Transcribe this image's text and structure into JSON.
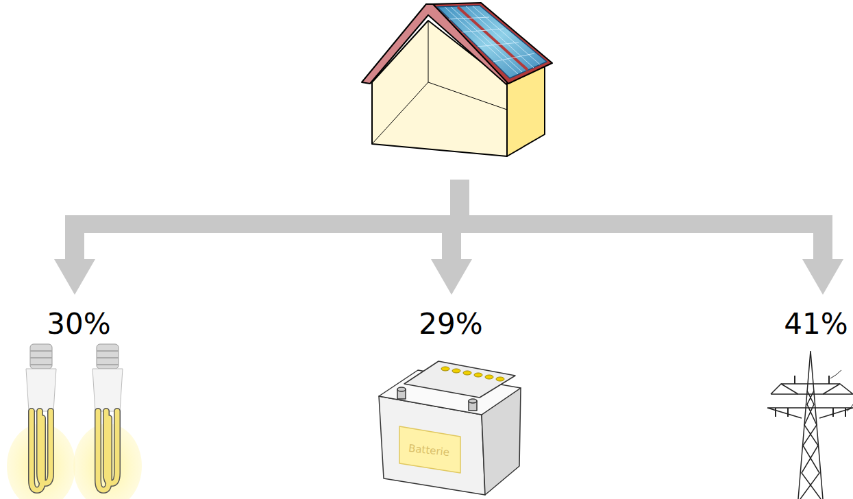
{
  "diagram": {
    "labels": [
      "30%",
      "29%",
      "41%",
      "Batterie"
    ]
  }
}
